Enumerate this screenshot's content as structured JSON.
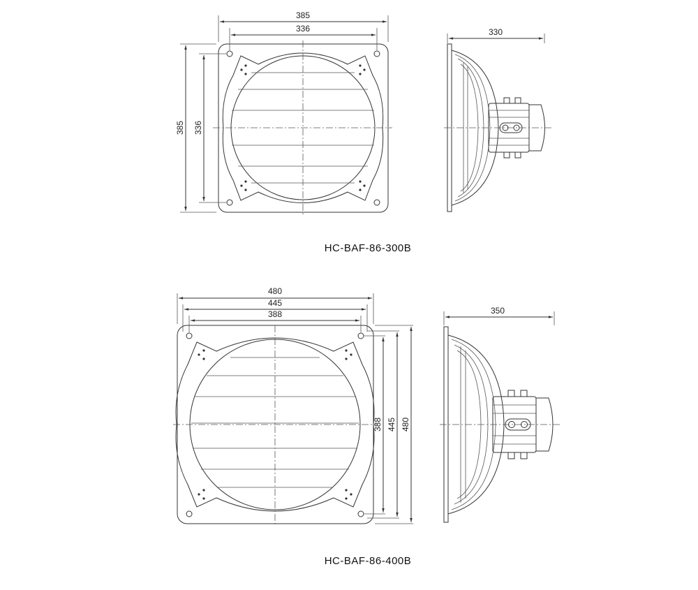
{
  "colors": {
    "line": "#333333",
    "text": "#111111",
    "background": "#ffffff"
  },
  "drawings": [
    {
      "model": "HC-BAF-86-300B",
      "front_dims": {
        "outer_width": "385",
        "inner_width": "336",
        "outer_height": "385",
        "inner_height": "336"
      },
      "side_dims": {
        "depth": "330"
      }
    },
    {
      "model": "HC-BAF-86-400B",
      "front_dims": {
        "outer_width": "480",
        "mid_width": "445",
        "inner_width": "388",
        "inner_height": "388",
        "mid_height": "445",
        "outer_height": "480"
      },
      "side_dims": {
        "depth": "350"
      }
    }
  ]
}
